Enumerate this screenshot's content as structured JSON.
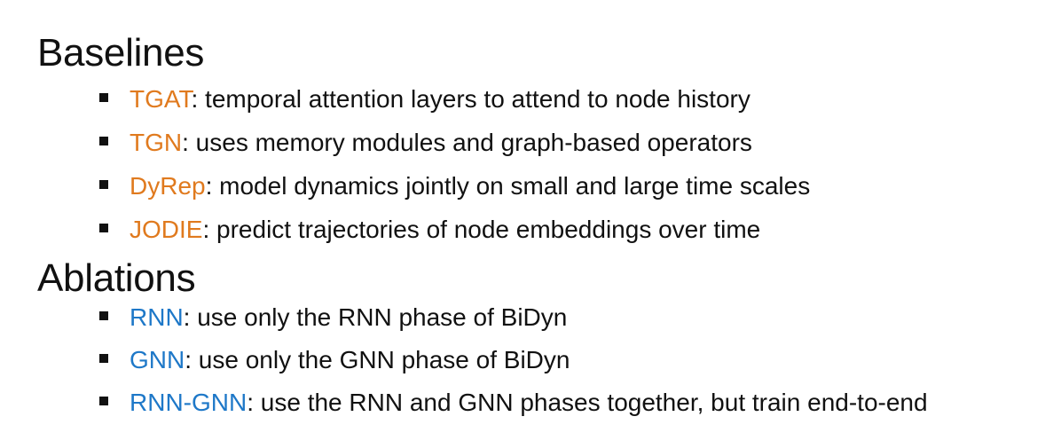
{
  "colors": {
    "baseline_term": "#e07a1e",
    "ablation_term": "#1e78c8",
    "text": "#111111"
  },
  "baselines": {
    "title": "Baselines",
    "items": [
      {
        "term": "TGAT",
        "desc": ": temporal attention layers to attend to node history"
      },
      {
        "term": "TGN",
        "desc": ": uses memory modules and graph-based operators"
      },
      {
        "term": "DyRep",
        "desc": ": model dynamics jointly on small and large time scales"
      },
      {
        "term": "JODIE",
        "desc": ": predict trajectories of node embeddings over time"
      }
    ]
  },
  "ablations": {
    "title": "Ablations",
    "items": [
      {
        "term": "RNN",
        "desc": ": use only the RNN phase of BiDyn"
      },
      {
        "term": "GNN",
        "desc": ": use only the GNN phase of BiDyn"
      },
      {
        "term": "RNN-GNN",
        "desc": ": use the RNN and GNN phases together, but train end-to-end"
      }
    ]
  }
}
